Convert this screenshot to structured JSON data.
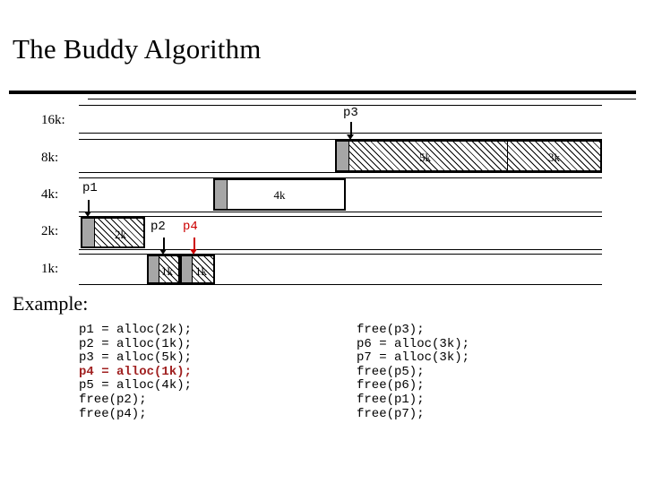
{
  "slide": {
    "title": "The Buddy Algorithm",
    "example_heading": "Example:"
  },
  "colors": {
    "text": "#000000",
    "highlight": "#a02020",
    "block_gray": "#a6a6a6",
    "background": "#ffffff"
  },
  "diagram": {
    "rows": [
      {
        "label": "16k:"
      },
      {
        "label": "8k:"
      },
      {
        "label": "4k:"
      },
      {
        "label": "2k:"
      },
      {
        "label": "1k:"
      }
    ],
    "blocks": {
      "row_8k_5k": "5k",
      "row_8k_3k": "3k",
      "row_4k_4k": "4k",
      "row_2k_2k": "2k",
      "row_1k_a": "1k",
      "row_1k_b": "1k"
    },
    "pointers": {
      "p3": "p3",
      "p1": "p1",
      "p2": "p2",
      "p4": "p4"
    }
  },
  "code": {
    "left": [
      {
        "text": "p1 = alloc(2k);",
        "highlight": false
      },
      {
        "text": "p2 = alloc(1k);",
        "highlight": false
      },
      {
        "text": "p3 = alloc(5k);",
        "highlight": false
      },
      {
        "text": "p4 = alloc(1k);",
        "highlight": true
      },
      {
        "text": "p5 = alloc(4k);",
        "highlight": false
      },
      {
        "text": "free(p2);",
        "highlight": false
      },
      {
        "text": "free(p4);",
        "highlight": false
      }
    ],
    "right": [
      {
        "text": "free(p3);",
        "highlight": false
      },
      {
        "text": "p6 = alloc(3k);",
        "highlight": false
      },
      {
        "text": "p7 = alloc(3k);",
        "highlight": false
      },
      {
        "text": "free(p5);",
        "highlight": false
      },
      {
        "text": "free(p6);",
        "highlight": false
      },
      {
        "text": "free(p1);",
        "highlight": false
      },
      {
        "text": "free(p7);",
        "highlight": false
      }
    ]
  }
}
